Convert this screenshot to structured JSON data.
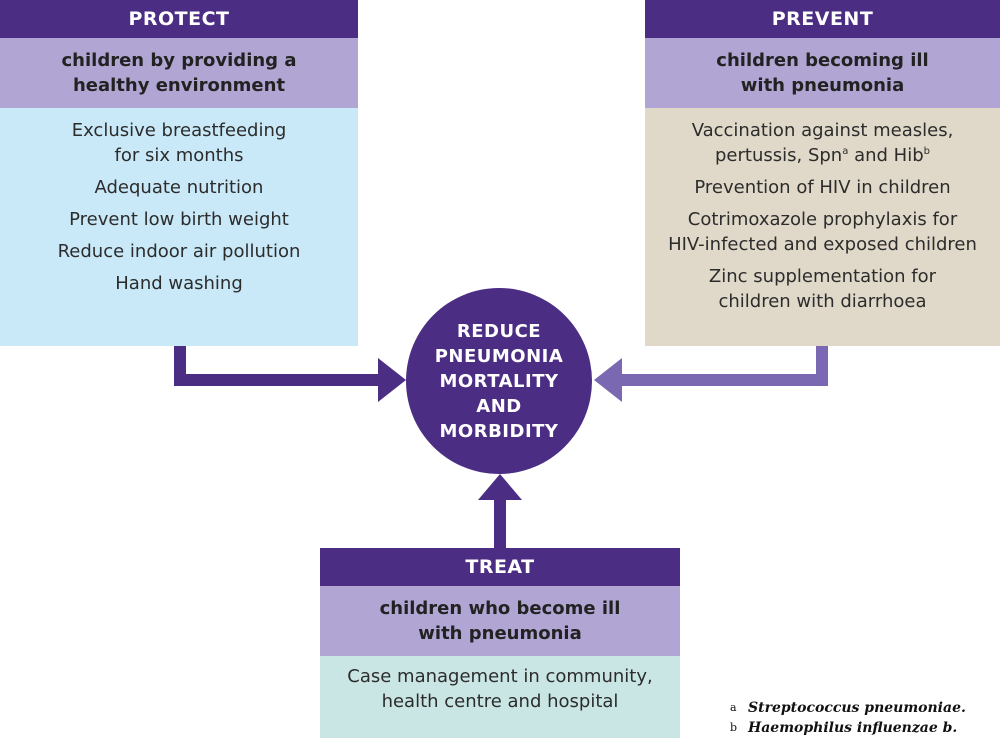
{
  "protect": {
    "header": "PROTECT",
    "subtitle_lines": [
      "children by providing a",
      "healthy environment"
    ],
    "items": [
      [
        "Exclusive breastfeeding",
        "for six months"
      ],
      [
        "Adequate nutrition"
      ],
      [
        "Prevent low birth weight"
      ],
      [
        "Reduce indoor air pollution"
      ],
      [
        "Hand washing"
      ]
    ]
  },
  "prevent": {
    "header": "PREVENT",
    "subtitle_lines": [
      "children becoming ill",
      "with pneumonia"
    ],
    "vaccination_line1": "Vaccination against measles,",
    "vaccination_line2_a": "pertussis, Spn",
    "vaccination_sup_a": "a",
    "vaccination_line2_b": " and Hib",
    "vaccination_sup_b": "b",
    "items": [
      [
        "Prevention of HIV in children"
      ],
      [
        "Cotrimoxazole prophylaxis for",
        "HIV-infected and exposed children"
      ],
      [
        "Zinc supplementation for",
        "children with diarrhoea"
      ]
    ]
  },
  "treat": {
    "header": "TREAT",
    "subtitle_lines": [
      "children who become ill",
      "with pneumonia"
    ],
    "items": [
      [
        "Case management in community,",
        "health centre and hospital"
      ]
    ]
  },
  "center": {
    "lines": [
      "REDUCE",
      "PNEUMONIA",
      "MORTALITY",
      "AND",
      "MORBIDITY"
    ]
  },
  "footnotes": [
    {
      "mark": "a",
      "text": "Streptococcus pneumoniae."
    },
    {
      "mark": "b",
      "text": "Haemophilus influenzae b."
    }
  ],
  "colors": {
    "header": "#4b2d84",
    "subtitle": "#b1a6d3",
    "protect_body": "#c9e9f8",
    "prevent_body": "#e0d9c9",
    "treat_body": "#c9e6e4",
    "arrow_dark": "#4b2d84",
    "arrow_light": "#7b68b3"
  }
}
